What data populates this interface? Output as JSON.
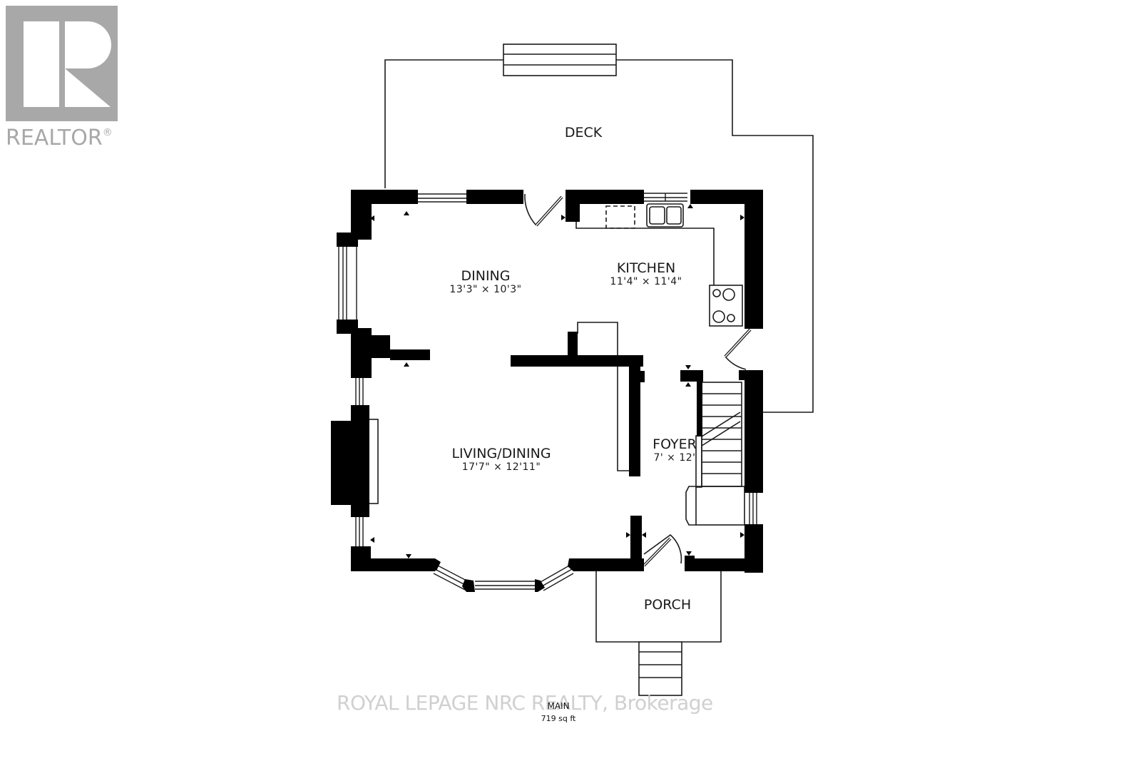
{
  "logo": {
    "brand": "REALTOR",
    "registered_mark": "®",
    "color": "#a8a8a8"
  },
  "floor_plan": {
    "floor_name": "MAIN",
    "floor_area": "719 sq ft",
    "rooms": [
      {
        "name": "DECK",
        "dimensions": ""
      },
      {
        "name": "DINING",
        "dimensions": "13'3\" × 10'3\""
      },
      {
        "name": "KITCHEN",
        "dimensions": "11'4\" × 11'4\""
      },
      {
        "name": "LIVING/DINING",
        "dimensions": "17'7\" × 12'11\""
      },
      {
        "name": "FOYER",
        "dimensions": "7' × 12'"
      },
      {
        "name": "PORCH",
        "dimensions": ""
      }
    ],
    "wall_color": "#000000",
    "line_color": "#1a1a1a"
  },
  "watermark": {
    "text": "ROYAL LEPAGE NRC REALTY, Brokerage"
  }
}
